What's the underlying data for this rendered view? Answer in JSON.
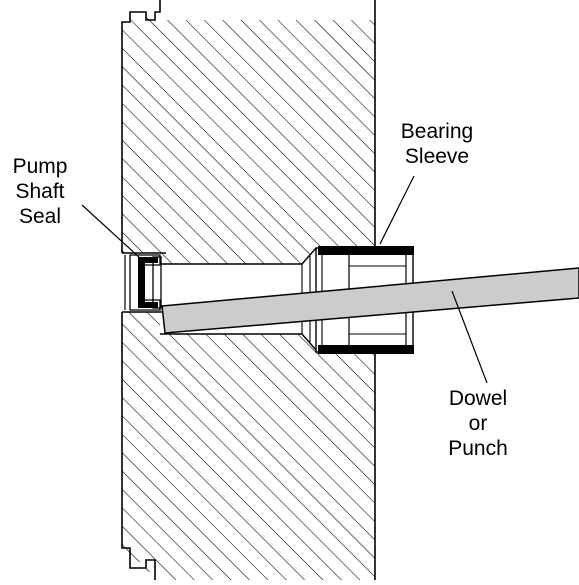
{
  "labels": {
    "seal": [
      "Pump",
      "Shaft",
      "Seal"
    ],
    "bearing": [
      "Bearing",
      "Sleeve"
    ],
    "dowel": [
      "Dowel",
      "or",
      "Punch"
    ]
  },
  "colors": {
    "line": "#000000",
    "dowel_fill": "#cccccc",
    "background": "#ffffff"
  }
}
